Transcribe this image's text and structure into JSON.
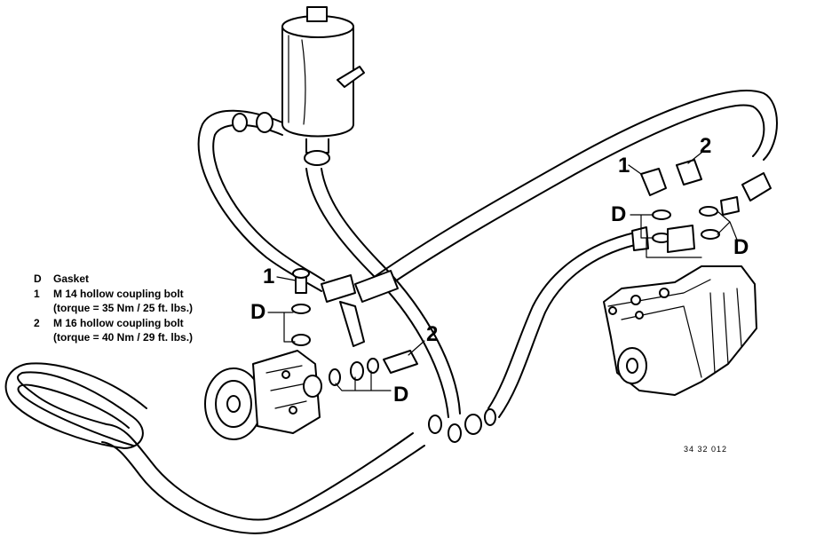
{
  "legend": [
    {
      "key": "D",
      "line1": "Gasket",
      "line2": ""
    },
    {
      "key": "1",
      "line1": "M 14 hollow coupling bolt",
      "line2": "(torque = 35 Nm / 25 ft. lbs.)"
    },
    {
      "key": "2",
      "line1": "M 16 hollow coupling bolt",
      "line2": "(torque = 40 Nm / 29 ft. lbs.)"
    }
  ],
  "callouts": {
    "pump_bolt_1": "1",
    "pump_gasket_d": "D",
    "pump_gasket_d_lower": "D",
    "pump_bolt_2": "2",
    "box_bolt_1": "1",
    "box_bolt_2": "2",
    "box_gasket_d_left": "D",
    "box_gasket_d_right": "D"
  },
  "drawing_id": "34 32 012"
}
